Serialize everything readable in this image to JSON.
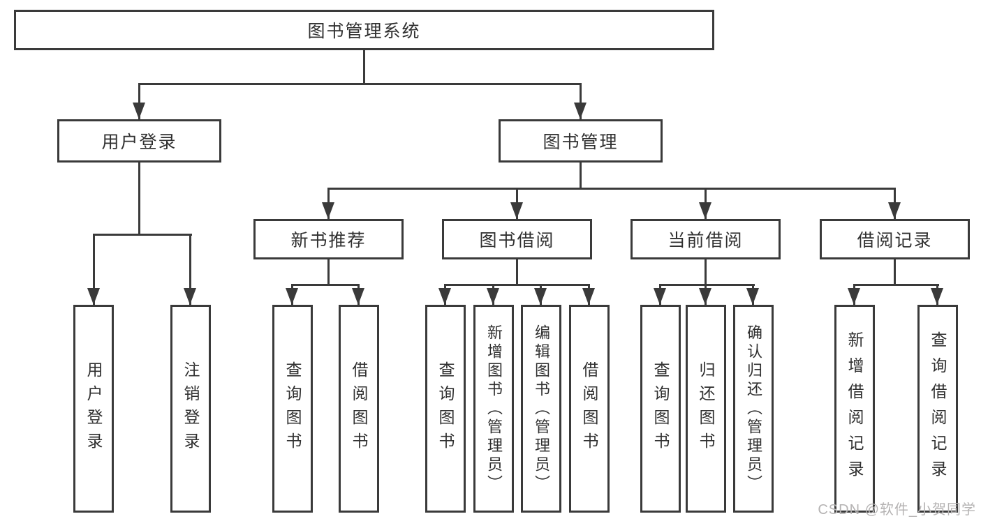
{
  "diagram": {
    "root": "图书管理系统",
    "level2": [
      "用户登录",
      "图书管理"
    ],
    "level3": [
      "新书推荐",
      "图书借阅",
      "当前借阅",
      "借阅记录"
    ],
    "leaves": [
      "用户登录",
      "注销登录",
      "查询图书",
      "借阅图书",
      "查询图书",
      "新增图书（管理员）",
      "编辑图书（管理员）",
      "借阅图书",
      "查询图书",
      "归还图书",
      "确认归还（管理员）",
      "新增借阅记录",
      "查询借阅记录"
    ]
  },
  "watermark": "CSDN @软件_小贺同学",
  "colors": {
    "line": "#3a3a3a",
    "text": "#303030",
    "watermark": "#b5b3b3",
    "background": "#ffffff"
  }
}
